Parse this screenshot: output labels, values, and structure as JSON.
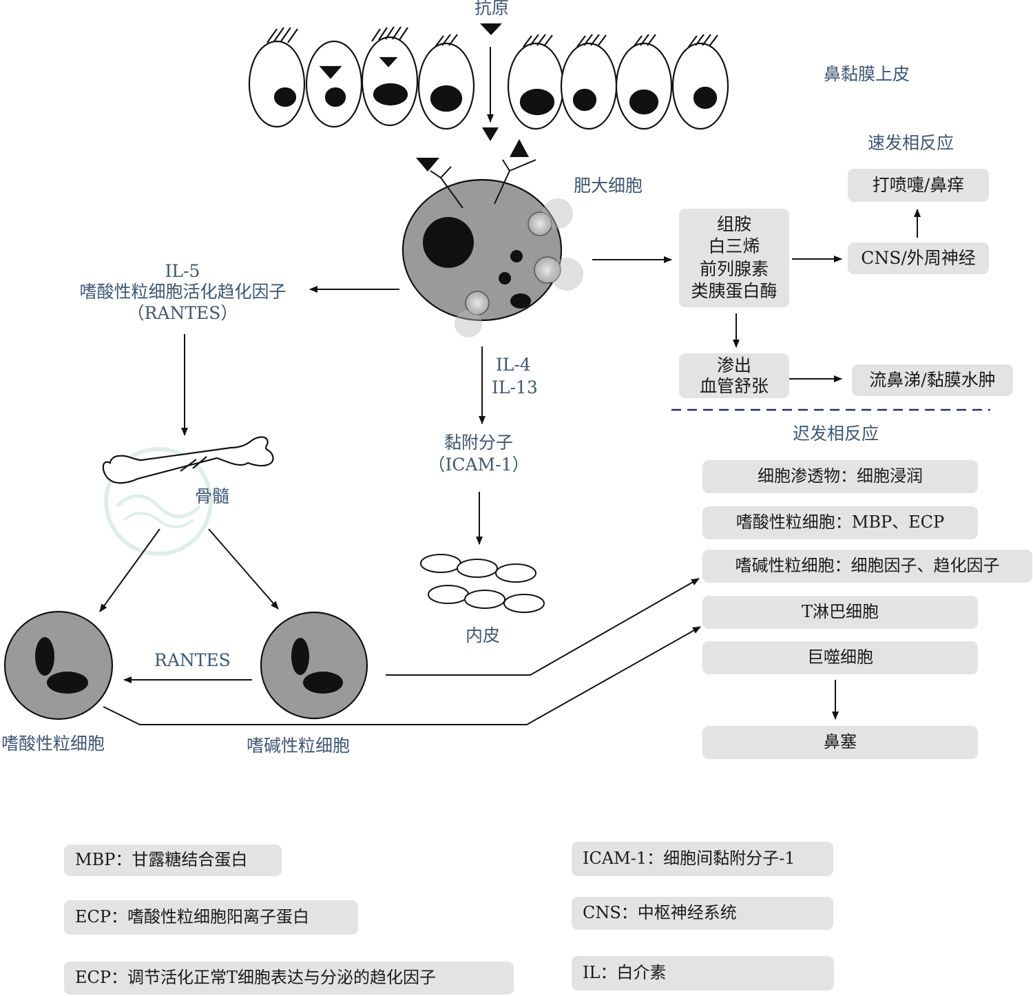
{
  "labels": {
    "antigen": "抗原",
    "nasal_epithelium": "鼻黏膜上皮",
    "mast_cell": "肥大细胞",
    "il5": "IL-5",
    "eosin_chemo": "嗜酸性粒细胞活化趋化因子",
    "rantes_paren": "（RANTES）",
    "il4": "IL-4",
    "il13": "IL-13",
    "adhesion": "黏附分子",
    "icam_paren": "（ICAM-1）",
    "endothelium": "内皮",
    "bone_marrow": "骨髓",
    "rantes": "RANTES",
    "eosinophil": "嗜酸性粒细胞",
    "basophil": "嗜碱性粒细胞",
    "early_phase": "速发相反应",
    "late_phase": "迟发相反应"
  },
  "mediators": [
    "组胺",
    "白三烯",
    "前列腺素",
    "类胰蛋白酶"
  ],
  "early": {
    "sneeze": "打喷嚏/鼻痒",
    "cns": "CNS/外周神经",
    "exudation": [
      "渗出",
      "血管舒张"
    ],
    "runny": "流鼻涕/黏膜水肿"
  },
  "late": {
    "items": [
      "细胞渗透物：细胞浸润",
      "嗜酸性粒细胞：MBP、ECP",
      "嗜碱性粒细胞：细胞因子、趋化因子",
      "T淋巴细胞",
      "巨噬细胞"
    ],
    "result": "鼻塞"
  },
  "legend": {
    "left": [
      "MBP：甘露糖结合蛋白",
      "ECP：嗜酸性粒细胞阳离子蛋白",
      "ECP：调节活化正常T细胞表达与分泌的趋化因子"
    ],
    "right": [
      "ICAM-1：细胞间黏附分子-1",
      "CNS：中枢神经系统",
      "IL：白介素"
    ]
  },
  "colors": {
    "label_blue": "#3d5675",
    "box_gray": "#e3e3e3",
    "cell_gray": "#9a9a9a",
    "divider_navy": "#1f2f6e"
  }
}
